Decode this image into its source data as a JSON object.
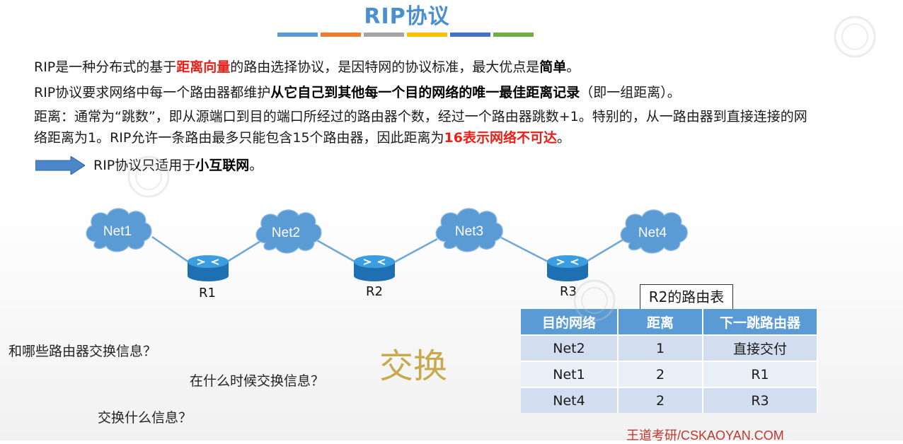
{
  "slide": {
    "title": "RIP协议",
    "stripe_colors": [
      "#5b9bd5",
      "#ed7d31",
      "#a5a5a5",
      "#ffc000",
      "#4472c4",
      "#70ad47"
    ]
  },
  "paragraphs": {
    "p1": {
      "a": "RIP是一种分布式的基于",
      "b": "距离向量",
      "c": "的路由选择协议，是因特网的协议标准，最大优点是",
      "d": "简单",
      "e": "。"
    },
    "p2": {
      "a": "RIP协议要求网络中每一个路由器都维护",
      "b": "从它自己到其他每一个目的网络的唯一最佳距离记录",
      "c": "（即一组距离）。"
    },
    "p3": {
      "a": "距离：通常为“跳数”，即从源端口到目的端口所经过的路由器个数，经过一个路由器跳数+1。特别的，从一路由器到直接连接的网络距离为1。RIP允许一条路由最多只能包含15个路由器，因此距离为",
      "b": "16表示网络不可达",
      "c": "。"
    },
    "p4": {
      "a": "RIP协议只适用于",
      "b": "小互联网",
      "c": "。"
    }
  },
  "diagram": {
    "clouds": [
      "Net1",
      "Net2",
      "Net3",
      "Net4"
    ],
    "routers": [
      "R1",
      "R2",
      "R3"
    ],
    "cloud_color": "#5b9bd5",
    "router_color": "#2f8fd0"
  },
  "routing_table": {
    "caption": "R2的路由表",
    "headers": [
      "目的网络",
      "距离",
      "下一跳路由器"
    ],
    "rows": [
      [
        "Net2",
        "1",
        "直接交付"
      ],
      [
        "Net1",
        "2",
        "R1"
      ],
      [
        "Net4",
        "2",
        "R3"
      ]
    ]
  },
  "questions": {
    "q1": "和哪些路由器交换信息？",
    "q2": "在什么时候交换信息？",
    "q3": "交换什么信息？",
    "center_word": "交换"
  },
  "footer": "王道考研/CSKAOYAN.COM"
}
